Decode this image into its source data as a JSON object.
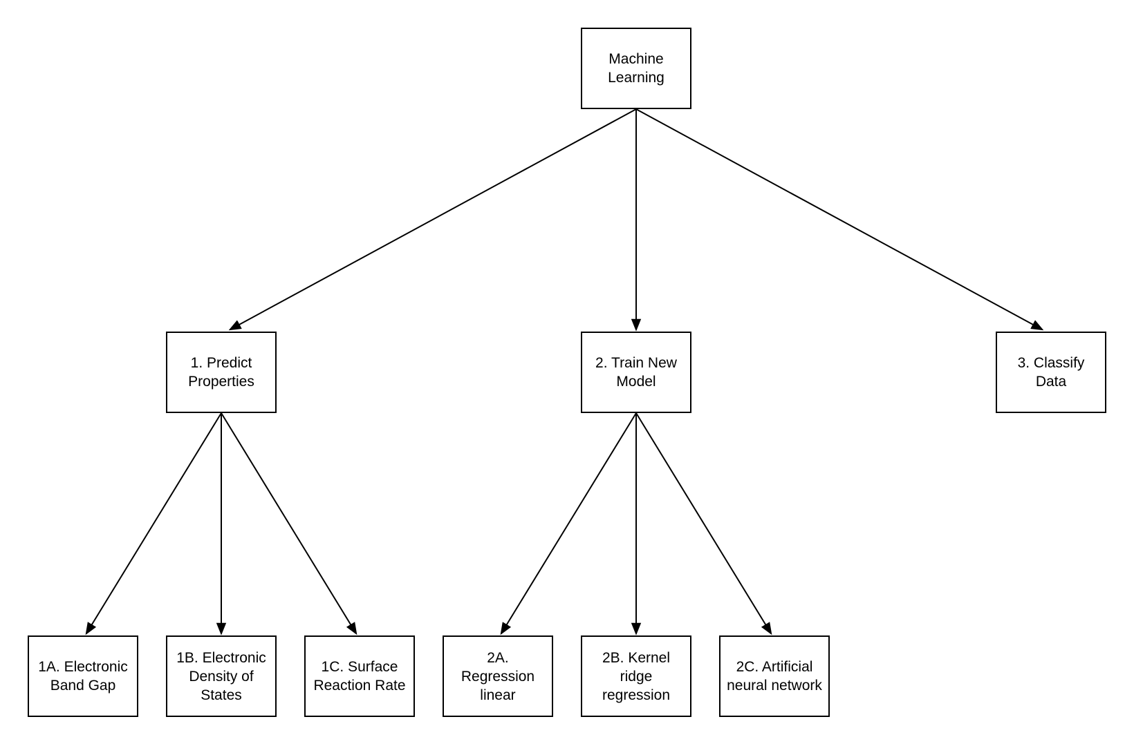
{
  "colors": {
    "background": "#ffffff",
    "box_border": "#000000",
    "arrow": "#000000",
    "text": "#000000"
  },
  "nodes": {
    "machine_learning": {
      "label": "Machine\nLearning"
    },
    "predict_properties": {
      "label": "1. Predict\nProperties"
    },
    "train_new_model": {
      "label": "2. Train New\nModel"
    },
    "classify_data": {
      "label": "3. Classify\nData"
    },
    "electronic_band_gap": {
      "label": "1A. Electronic\nBand Gap"
    },
    "electronic_density_of_states": {
      "label": "1B. Electronic\nDensity of\nStates"
    },
    "surface_reaction_rate": {
      "label": "1C. Surface\nReaction Rate"
    },
    "regression_linear": {
      "label": "2A.\nRegression\nlinear"
    },
    "kernel_ridge_regression": {
      "label": "2B. Kernel\nridge\nregression"
    },
    "artificial_neural_network": {
      "label": "2C. Artificial\nneural network"
    }
  },
  "edges": [
    {
      "from": "machine_learning",
      "to": "predict_properties"
    },
    {
      "from": "machine_learning",
      "to": "train_new_model"
    },
    {
      "from": "machine_learning",
      "to": "classify_data"
    },
    {
      "from": "predict_properties",
      "to": "electronic_band_gap"
    },
    {
      "from": "predict_properties",
      "to": "electronic_density_of_states"
    },
    {
      "from": "predict_properties",
      "to": "surface_reaction_rate"
    },
    {
      "from": "train_new_model",
      "to": "regression_linear"
    },
    {
      "from": "train_new_model",
      "to": "kernel_ridge_regression"
    },
    {
      "from": "train_new_model",
      "to": "artificial_neural_network"
    }
  ]
}
